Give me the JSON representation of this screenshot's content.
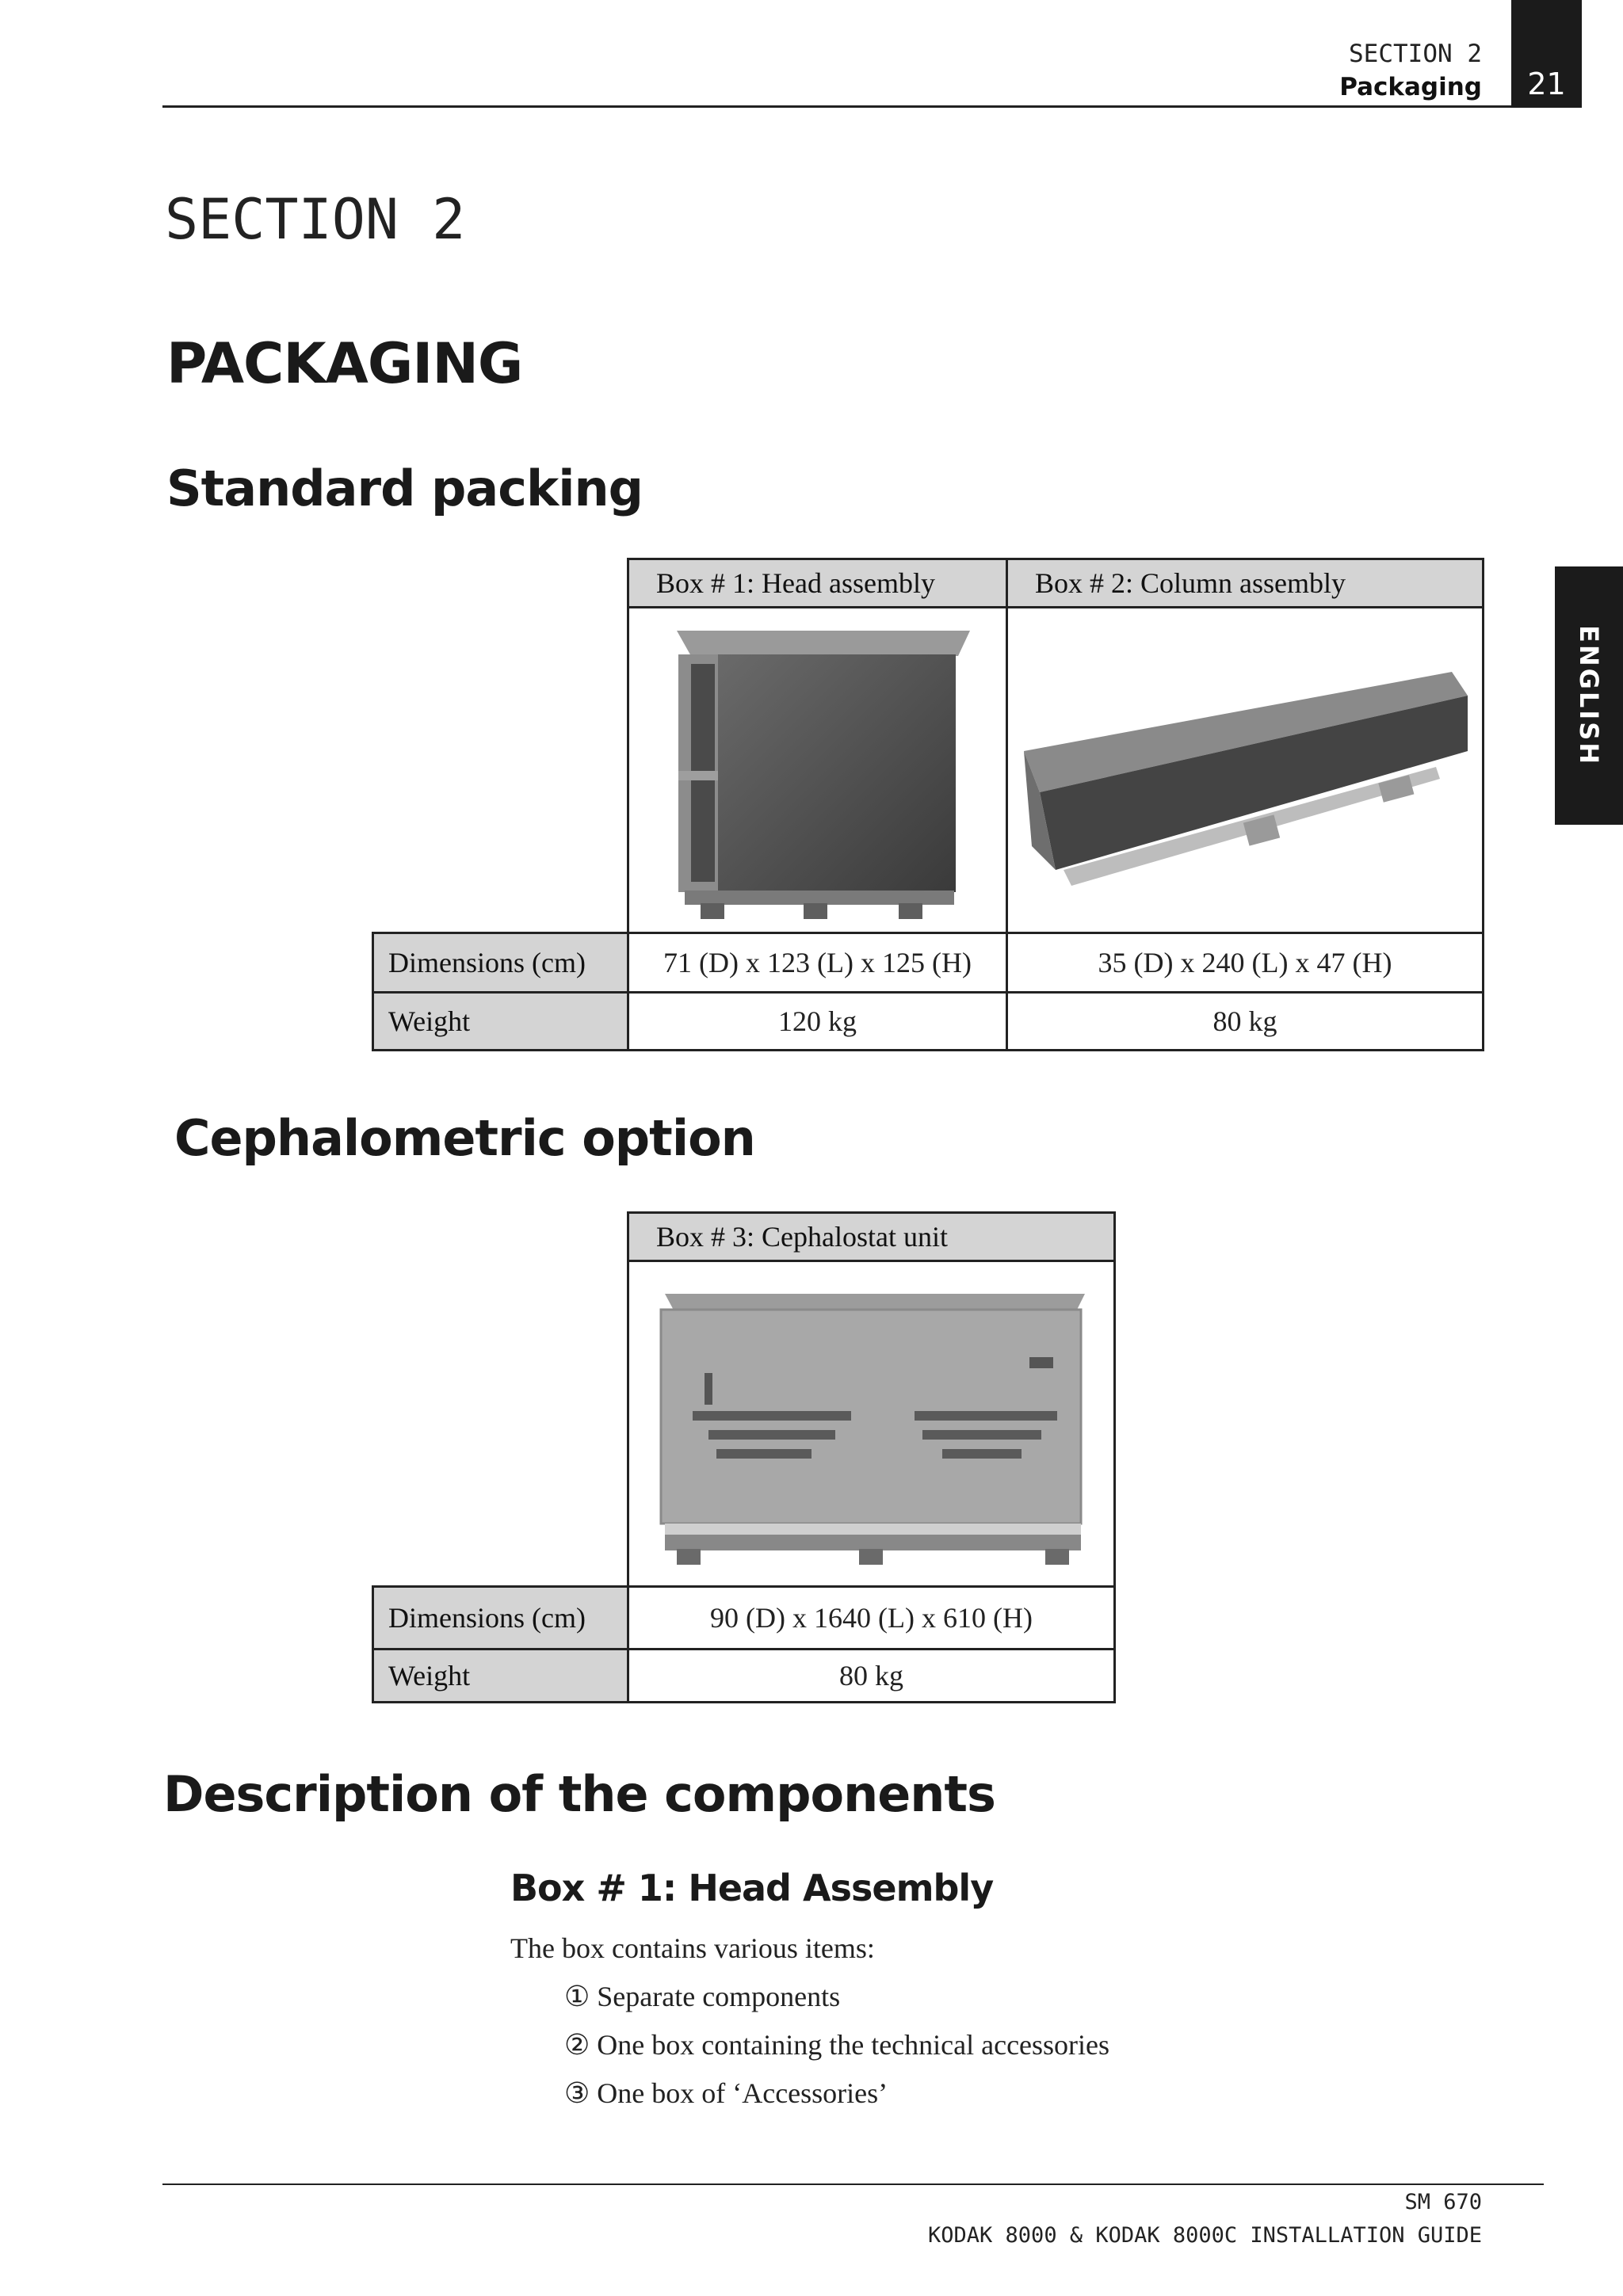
{
  "header": {
    "section": "SECTION 2",
    "title": "Packaging",
    "page_number": "21"
  },
  "side_tab": {
    "language": "ENGLISH"
  },
  "section_label": "SECTION 2",
  "main_heading": "PACKAGING",
  "standard": {
    "heading": "Standard packing",
    "box1_title": "Box # 1: Head assembly",
    "box2_title": "Box # 2: Column assembly",
    "dimensions_label": "Dimensions (cm)",
    "weight_label": "Weight",
    "box1_dimensions": "71 (D) x 123 (L) x 125 (H)",
    "box2_dimensions": "35 (D) x 240 (L) x 47 (H)",
    "box1_weight": "120 kg",
    "box2_weight": "80 kg"
  },
  "cephalometric": {
    "heading": "Cephalometric option",
    "box3_title": "Box # 3: Cephalostat unit",
    "dimensions_label": "Dimensions (cm)",
    "weight_label": "Weight",
    "box3_dimensions": "90 (D) x 1640 (L) x 610 (H)",
    "box3_weight": "80 kg"
  },
  "description": {
    "heading": "Description of the components",
    "box1_heading": "Box # 1: Head Assembly",
    "intro": "The box contains various items:",
    "items": [
      "① Separate components",
      "② One box containing the technical accessories",
      "③ One box of ‘Accessories’"
    ]
  },
  "footer": {
    "code": "SM 670",
    "guide": "KODAK 8000 & KODAK 8000C INSTALLATION GUIDE"
  }
}
